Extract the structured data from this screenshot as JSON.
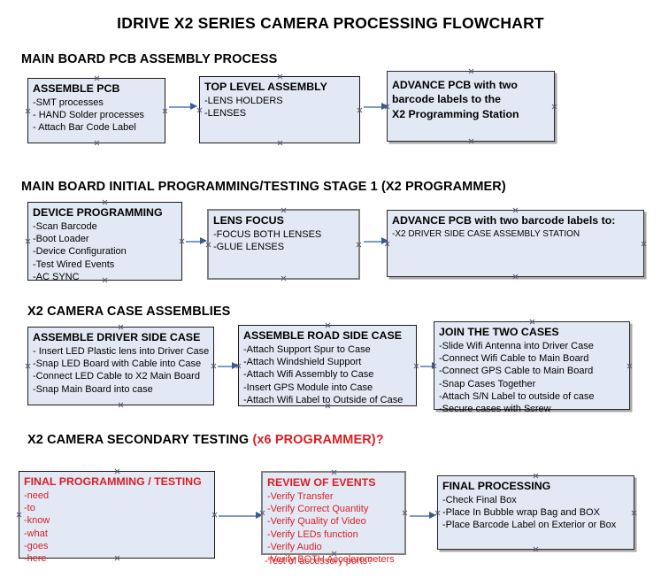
{
  "title": "IDRIVE X2  SERIES CAMERA PROCESSING FLOWCHART",
  "sections": [
    {
      "heading": "MAIN BOARD PCB ASSEMBLY PROCESS",
      "boxes": [
        {
          "title": "ASSEMBLE PCB",
          "items": [
            "-SMT processes",
            "- HAND Solder processes",
            "- Attach Bar Code Label"
          ]
        },
        {
          "title": "TOP LEVEL ASSEMBLY",
          "items": [
            "-LENS HOLDERS",
            "-LENSES"
          ]
        },
        {
          "lines": [
            "ADVANCE PCB with two",
            "barcode labels to the",
            " X2 Programming Station"
          ]
        }
      ]
    },
    {
      "heading": "MAIN BOARD INITIAL PROGRAMMING/TESTING STAGE 1 (X2 PROGRAMMER)",
      "boxes": [
        {
          "title": "DEVICE PROGRAMMING",
          "items": [
            "-Scan Barcode",
            "-Boot Loader",
            "-Device Configuration",
            "-Test Wired Events",
            "-AC SYNC"
          ]
        },
        {
          "title": "LENS FOCUS",
          "items": [
            "-FOCUS BOTH LENSES",
            "-GLUE LENSES"
          ]
        },
        {
          "title": "ADVANCE PCB with two barcode labels to:",
          "items": [
            "-X2 DRIVER  SIDE  CASE  ASSEMBLY STATION"
          ]
        }
      ]
    },
    {
      "heading": "X2 CAMERA CASE ASSEMBLIES",
      "boxes": [
        {
          "title": "ASSEMBLE DRIVER SIDE CASE",
          "items": [
            "- Insert LED Plastic lens into Driver Case",
            "-Snap LED Board with Cable into Case",
            "-Connect LED Cable to X2 Main Board",
            "-Snap Main Board into case"
          ]
        },
        {
          "title": "ASSEMBLE ROAD SIDE CASE",
          "items": [
            "-Attach Support Spur to Case",
            "-Attach Windshield Support",
            "-Attach Wifi Assembly to Case",
            "-Insert GPS Module into Case",
            "-Attach Wifi Label to Outside of Case"
          ]
        },
        {
          "title": "JOIN THE TWO CASES",
          "items": [
            "-Slide Wifi Antenna into Driver Case",
            "-Connect Wifi Cable to Main Board",
            "-Connect GPS Cable to Main Board",
            "-Snap Cases Together",
            "-Attach S/N Label to outside of case",
            "-Secure cases with Screw"
          ]
        }
      ]
    },
    {
      "heading": "X2 CAMERA SECONDARY TESTING",
      "heading_red": "(x6 PROGRAMMER)?",
      "boxes": [
        {
          "title": "FINAL PROGRAMMING / TESTING",
          "items": [
            "-need",
            "-to",
            "-know",
            "-what",
            "-goes",
            "-here"
          ]
        },
        {
          "title": "REVIEW OF EVENTS",
          "items": [
            "-Verify Transfer",
            "-Verify Correct Quantity",
            "-Verify Quality of Video",
            "-Verify LEDs function",
            "-Verify Audio",
            "-Verify BOTH Accelerometers"
          ],
          "overflow": "-Test of accessory ports?"
        },
        {
          "title": "FINAL PROCESSING",
          "items": [
            " -Check Final Box",
            "-Place In Bubble wrap Bag and BOX",
            "-Place Barcode Label on Exterior or Box"
          ]
        }
      ]
    }
  ],
  "colors": {
    "box_fill": "#e3e9f4",
    "box_border_dark": "#1b1b1b",
    "box_border_gray": "#808080",
    "accent_red": "#d81f26",
    "arrow_shaft": "#7f9dc0",
    "arrow_head": "#3a5a96"
  }
}
